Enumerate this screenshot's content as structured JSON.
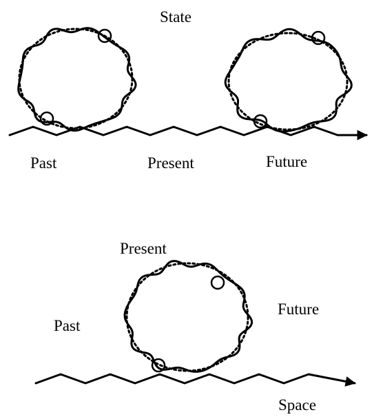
{
  "labels": {
    "state": "State",
    "top_past": "Past",
    "top_present": "Present",
    "top_future": "Future",
    "bottom_present": "Present",
    "bottom_future": "Future",
    "bottom_past": "Past",
    "space": "Space"
  },
  "colors": {
    "ink": "#000000",
    "background": "#ffffff"
  }
}
